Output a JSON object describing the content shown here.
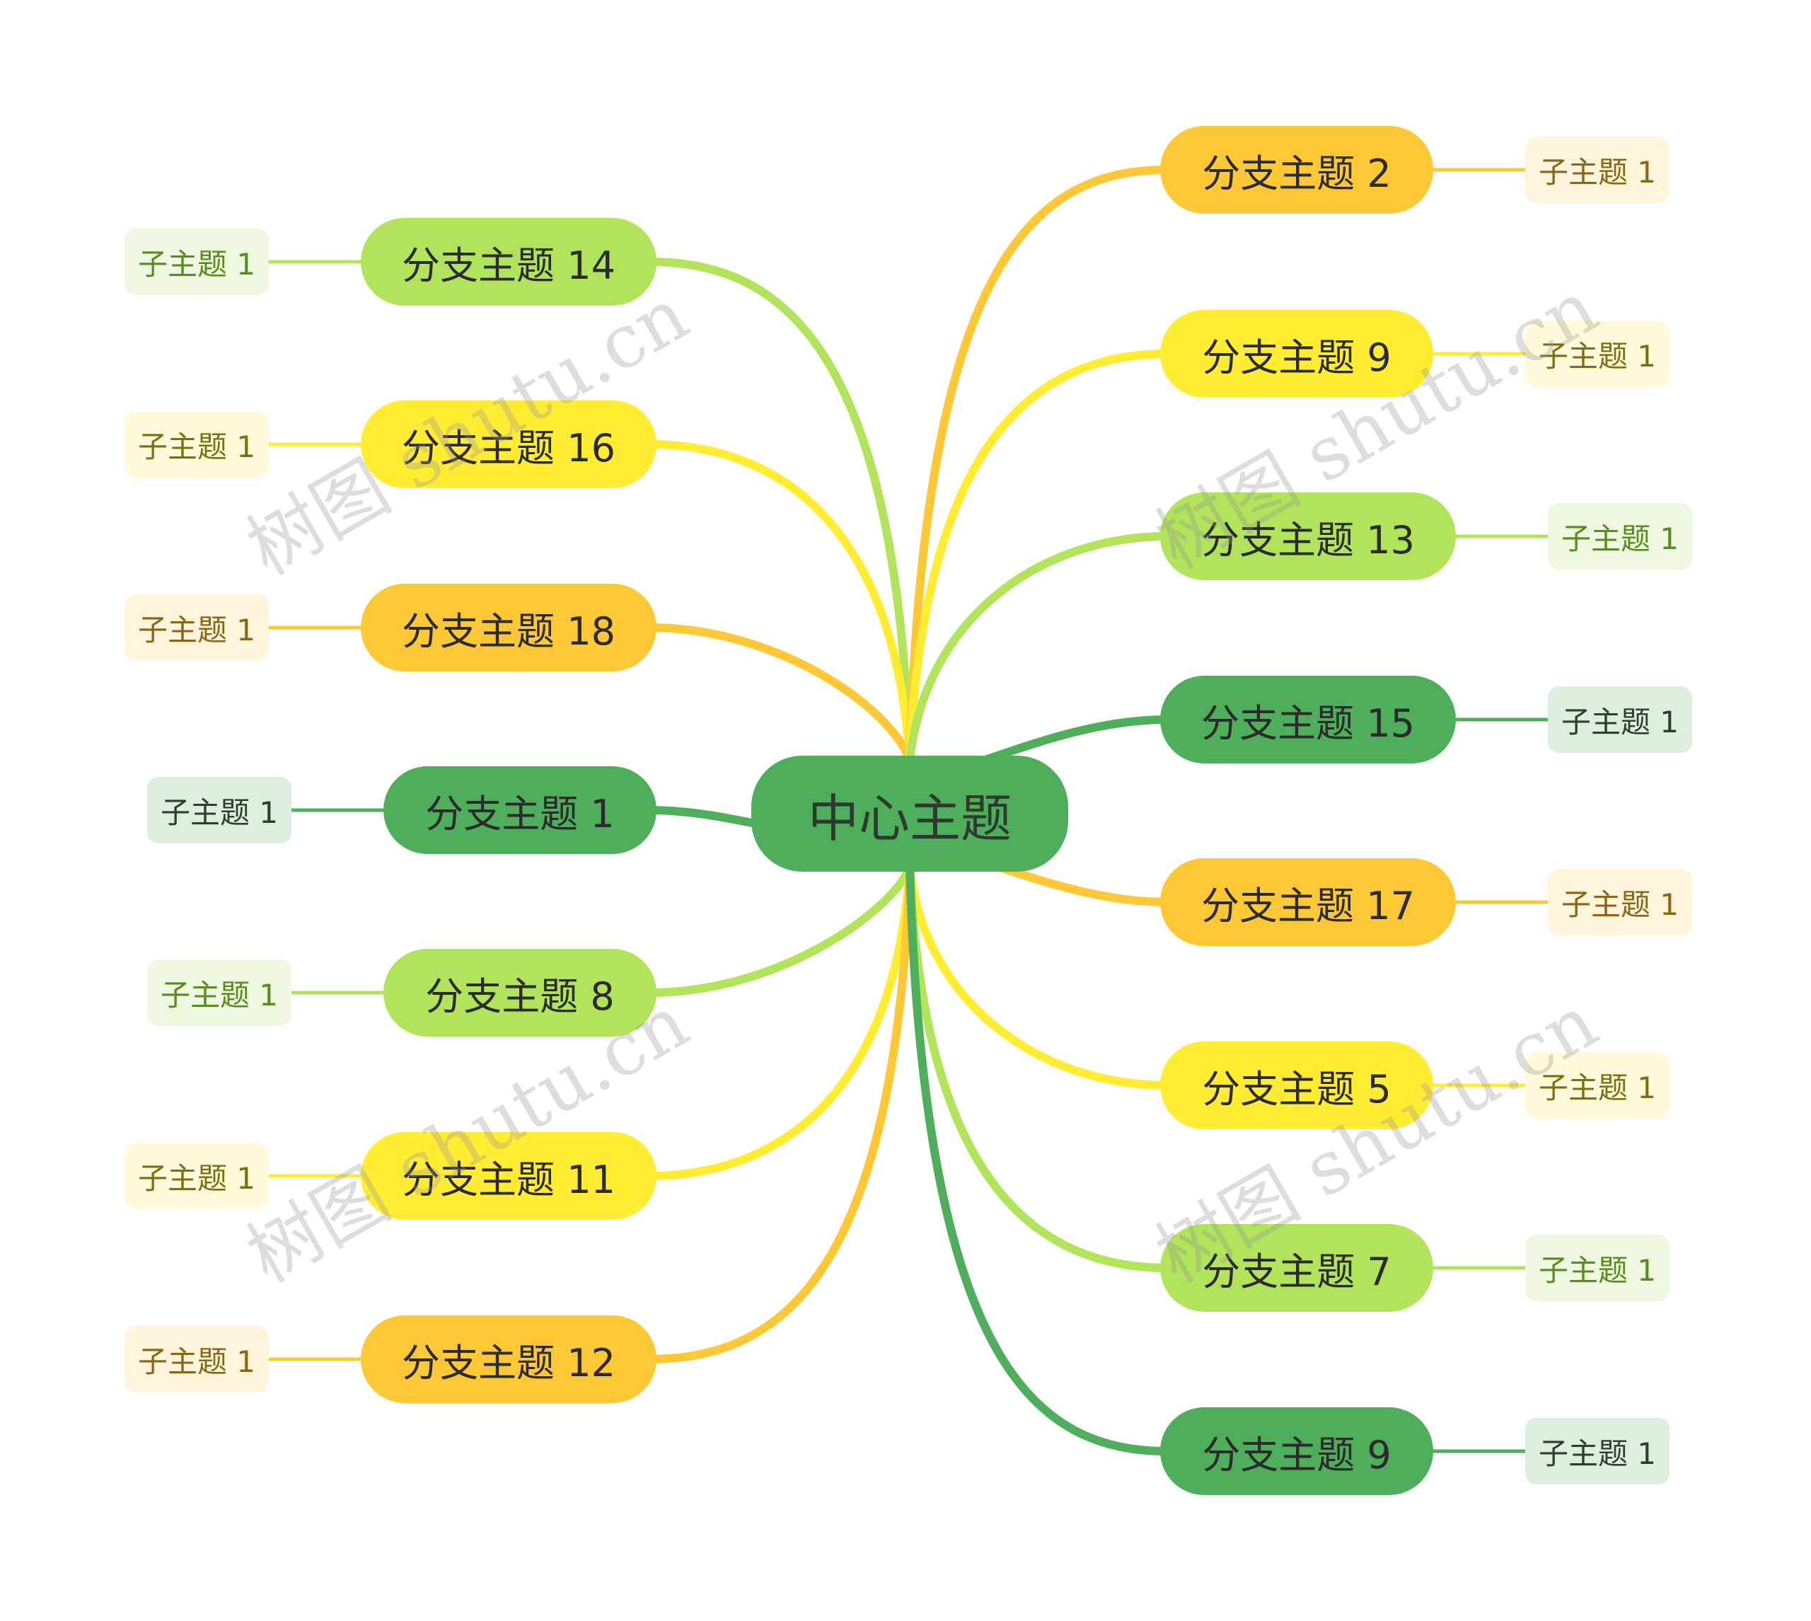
{
  "palette": {
    "dark_green": {
      "fill": "#4FAE5B",
      "line": "#4FAE5B",
      "sub_bg": "#DDEEE0",
      "sub_text": "#2E3D30"
    },
    "light_green": {
      "fill": "#B2E45B",
      "line": "#B2E45B",
      "sub_bg": "#EEF8E0",
      "sub_text": "#5B8A1E"
    },
    "yellow": {
      "fill": "#FFEC33",
      "line": "#FFEC33",
      "sub_bg": "#FFFBDA",
      "sub_text": "#7E6E12"
    },
    "orange": {
      "fill": "#FDC736",
      "line": "#FDC736",
      "sub_bg": "#FFF5DC",
      "sub_text": "#8A6514"
    }
  },
  "center": {
    "label": "中心主题",
    "color": "dark_green"
  },
  "branches": [
    {
      "label": "分支主题 14",
      "side": "left",
      "color": "light_green",
      "child": "子主题 1"
    },
    {
      "label": "分支主题 16",
      "side": "left",
      "color": "yellow",
      "child": "子主题 1"
    },
    {
      "label": "分支主题 18",
      "side": "left",
      "color": "orange",
      "child": "子主题 1"
    },
    {
      "label": "分支主题 1",
      "side": "left",
      "color": "dark_green",
      "child": "子主题 1"
    },
    {
      "label": "分支主题 8",
      "side": "left",
      "color": "light_green",
      "child": "子主题 1"
    },
    {
      "label": "分支主题 11",
      "side": "left",
      "color": "yellow",
      "child": "子主题 1"
    },
    {
      "label": "分支主题 12",
      "side": "left",
      "color": "orange",
      "child": "子主题 1"
    },
    {
      "label": "分支主题 2",
      "side": "right",
      "color": "orange",
      "child": "子主题 1"
    },
    {
      "label": "分支主题 9",
      "side": "right",
      "color": "yellow",
      "child": "子主题 1"
    },
    {
      "label": "分支主题 13",
      "side": "right",
      "color": "light_green",
      "child": "子主题 1"
    },
    {
      "label": "分支主题 15",
      "side": "right",
      "color": "dark_green",
      "child": "子主题 1"
    },
    {
      "label": "分支主题 17",
      "side": "right",
      "color": "orange",
      "child": "子主题 1"
    },
    {
      "label": "分支主题 5",
      "side": "right",
      "color": "yellow",
      "child": "子主题 1"
    },
    {
      "label": "分支主题 7",
      "side": "right",
      "color": "light_green",
      "child": "子主题 1"
    },
    {
      "label": "分支主题 9",
      "side": "right",
      "color": "dark_green",
      "child": "子主题 1"
    }
  ],
  "watermark": "树图 shutu.cn"
}
